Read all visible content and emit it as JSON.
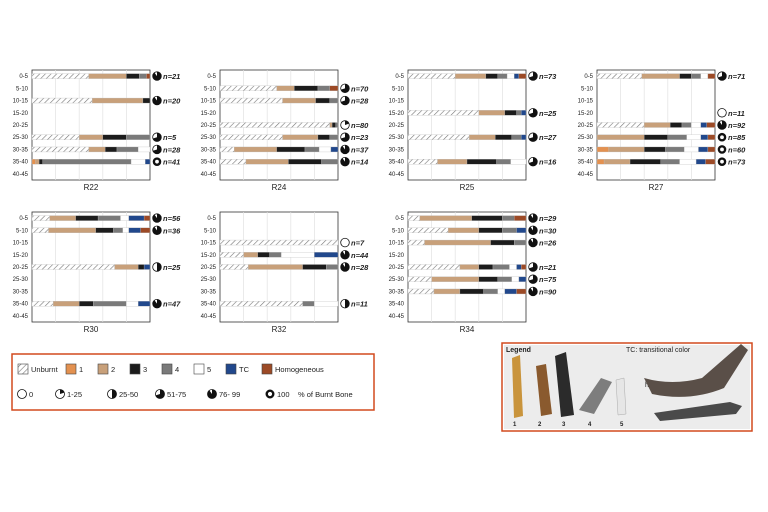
{
  "chart_data": {
    "type": "bar",
    "depth_bins": [
      "0-5",
      "5-10",
      "10-15",
      "15-20",
      "20-25",
      "25-30",
      "30-35",
      "35-40",
      "40-45"
    ],
    "categories": [
      "Unburnt",
      "1",
      "2",
      "3",
      "4",
      "5",
      "TC",
      "Homogeneous"
    ],
    "colors": {
      "Unburnt": "#ffffff",
      "1": "#e39150",
      "2": "#c8a07a",
      "3": "#1c1c1c",
      "4": "#7a7a7a",
      "5": "#ffffff",
      "TC": "#21488c",
      "Homogeneous": "#9c4a26"
    },
    "burn_classes": [
      "0",
      "1-25",
      "25-50",
      "51-75",
      "76- 99",
      "100"
    ],
    "burn_fraction": {
      "0": 0,
      "1-25": 0.2,
      "25-50": 0.5,
      "51-75": 0.7,
      "76- 99": 0.9,
      "100": 1
    },
    "legend_suffix": "% of Burnt Bone",
    "panels": [
      {
        "name": "R22",
        "rows": [
          {
            "depth": "0-5",
            "n": "n=21",
            "burnt": "76- 99",
            "segments": [
              [
                "Unburnt",
                48
              ],
              [
                "2",
                32
              ],
              [
                "3",
                11
              ],
              [
                "4",
                6
              ],
              [
                "Homogeneous",
                3
              ]
            ]
          },
          {
            "depth": "10-15",
            "n": "n=20",
            "burnt": "76- 99",
            "segments": [
              [
                "Unburnt",
                51
              ],
              [
                "2",
                43
              ],
              [
                "3",
                6
              ]
            ]
          },
          {
            "depth": "25-30",
            "n": "n=5",
            "burnt": "51-75",
            "segments": [
              [
                "Unburnt",
                40
              ],
              [
                "2",
                20
              ],
              [
                "3",
                20
              ],
              [
                "4",
                20
              ]
            ]
          },
          {
            "depth": "30-35",
            "n": "n=28",
            "burnt": "51-75",
            "segments": [
              [
                "Unburnt",
                48
              ],
              [
                "2",
                14
              ],
              [
                "3",
                10
              ],
              [
                "4",
                18
              ],
              [
                "5",
                10
              ]
            ]
          },
          {
            "depth": "35-40",
            "n": "n=41",
            "burnt": "100",
            "segments": [
              [
                "1",
                3
              ],
              [
                "2",
                3
              ],
              [
                "3",
                3
              ],
              [
                "4",
                75
              ],
              [
                "5",
                12
              ],
              [
                "TC",
                4
              ]
            ]
          }
        ]
      },
      {
        "name": "R24",
        "rows": [
          {
            "depth": "5-10",
            "n": "n=70",
            "burnt": "51-75",
            "segments": [
              [
                "Unburnt",
                48
              ],
              [
                "2",
                15
              ],
              [
                "3",
                20
              ],
              [
                "4",
                10
              ],
              [
                "Homogeneous",
                7
              ]
            ]
          },
          {
            "depth": "10-15",
            "n": "n=28",
            "burnt": "51-75",
            "segments": [
              [
                "Unburnt",
                53
              ],
              [
                "2",
                28
              ],
              [
                "3",
                12
              ],
              [
                "4",
                7
              ]
            ]
          },
          {
            "depth": "20-25",
            "n": "n=80",
            "burnt": "1-25",
            "segments": [
              [
                "Unburnt",
                93
              ],
              [
                "2",
                2
              ],
              [
                "3",
                3
              ],
              [
                "4",
                2
              ]
            ]
          },
          {
            "depth": "25-30",
            "n": "n=23",
            "burnt": "51-75",
            "segments": [
              [
                "Unburnt",
                53
              ],
              [
                "2",
                30
              ],
              [
                "3",
                10
              ],
              [
                "4",
                7
              ]
            ]
          },
          {
            "depth": "30-35",
            "n": "n=37",
            "burnt": "76- 99",
            "segments": [
              [
                "Unburnt",
                12
              ],
              [
                "2",
                36
              ],
              [
                "3",
                24
              ],
              [
                "4",
                12
              ],
              [
                "5",
                10
              ],
              [
                "TC",
                6
              ]
            ]
          },
          {
            "depth": "35-40",
            "n": "n=14",
            "burnt": "76- 99",
            "segments": [
              [
                "Unburnt",
                22
              ],
              [
                "2",
                36
              ],
              [
                "3",
                28
              ],
              [
                "4",
                14
              ]
            ]
          }
        ]
      },
      {
        "name": "R25",
        "rows": [
          {
            "depth": "0-5",
            "n": "n=73",
            "burnt": "51-75",
            "segments": [
              [
                "Unburnt",
                40
              ],
              [
                "2",
                26
              ],
              [
                "3",
                10
              ],
              [
                "4",
                8
              ],
              [
                "5",
                6
              ],
              [
                "TC",
                4
              ],
              [
                "Homogeneous",
                6
              ]
            ]
          },
          {
            "depth": "15-20",
            "n": "n=25",
            "burnt": "51-75",
            "segments": [
              [
                "Unburnt",
                60
              ],
              [
                "2",
                22
              ],
              [
                "3",
                10
              ],
              [
                "4",
                4
              ],
              [
                "TC",
                4
              ]
            ]
          },
          {
            "depth": "25-30",
            "n": "n=27",
            "burnt": "51-75",
            "segments": [
              [
                "Unburnt",
                52
              ],
              [
                "2",
                22
              ],
              [
                "3",
                14
              ],
              [
                "4",
                8
              ],
              [
                "TC",
                4
              ]
            ]
          },
          {
            "depth": "35-40",
            "n": "n=16",
            "burnt": "51-75",
            "segments": [
              [
                "Unburnt",
                25
              ],
              [
                "2",
                25
              ],
              [
                "3",
                25
              ],
              [
                "4",
                12
              ],
              [
                "5",
                13
              ]
            ]
          }
        ]
      },
      {
        "name": "R27",
        "rows": [
          {
            "depth": "0-5",
            "n": "n=71",
            "burnt": "51-75",
            "segments": [
              [
                "Unburnt",
                38
              ],
              [
                "2",
                32
              ],
              [
                "3",
                10
              ],
              [
                "4",
                8
              ],
              [
                "5",
                6
              ],
              [
                "Homogeneous",
                6
              ]
            ]
          },
          {
            "depth": "15-20",
            "n": "n=11",
            "burnt": "0",
            "segments": []
          },
          {
            "depth": "20-25",
            "n": "n=92",
            "burnt": "76- 99",
            "segments": [
              [
                "Unburnt",
                40
              ],
              [
                "2",
                22
              ],
              [
                "3",
                10
              ],
              [
                "4",
                8
              ],
              [
                "5",
                8
              ],
              [
                "TC",
                5
              ],
              [
                "Homogeneous",
                7
              ]
            ]
          },
          {
            "depth": "25-30",
            "n": "n=85",
            "burnt": "100",
            "segments": [
              [
                "2",
                40
              ],
              [
                "3",
                20
              ],
              [
                "4",
                16
              ],
              [
                "5",
                12
              ],
              [
                "TC",
                6
              ],
              [
                "Homogeneous",
                6
              ]
            ]
          },
          {
            "depth": "30-35",
            "n": "n=60",
            "burnt": "100",
            "segments": [
              [
                "1",
                10
              ],
              [
                "2",
                30
              ],
              [
                "3",
                18
              ],
              [
                "4",
                16
              ],
              [
                "5",
                12
              ],
              [
                "TC",
                8
              ],
              [
                "Homogeneous",
                6
              ]
            ]
          },
          {
            "depth": "35-40",
            "n": "n=73",
            "burnt": "100",
            "segments": [
              [
                "1",
                6
              ],
              [
                "2",
                22
              ],
              [
                "3",
                26
              ],
              [
                "4",
                16
              ],
              [
                "5",
                14
              ],
              [
                "TC",
                8
              ],
              [
                "Homogeneous",
                8
              ]
            ]
          }
        ]
      },
      {
        "name": "R30",
        "rows": [
          {
            "depth": "0-5",
            "n": "n=56",
            "burnt": "76- 99",
            "segments": [
              [
                "Unburnt",
                15
              ],
              [
                "2",
                22
              ],
              [
                "3",
                19
              ],
              [
                "4",
                19
              ],
              [
                "5",
                7
              ],
              [
                "TC",
                13
              ],
              [
                "Homogeneous",
                5
              ]
            ]
          },
          {
            "depth": "5-10",
            "n": "n=36",
            "burnt": "76- 99",
            "segments": [
              [
                "Unburnt",
                14
              ],
              [
                "2",
                40
              ],
              [
                "3",
                15
              ],
              [
                "4",
                8
              ],
              [
                "5",
                5
              ],
              [
                "TC",
                10
              ],
              [
                "Homogeneous",
                8
              ]
            ]
          },
          {
            "depth": "20-25",
            "n": "n=25",
            "burnt": "25-50",
            "segments": [
              [
                "Unburnt",
                70
              ],
              [
                "2",
                20
              ],
              [
                "3",
                5
              ],
              [
                "TC",
                5
              ]
            ]
          },
          {
            "depth": "35-40",
            "n": "n=47",
            "burnt": "76- 99",
            "segments": [
              [
                "Unburnt",
                18
              ],
              [
                "2",
                22
              ],
              [
                "3",
                12
              ],
              [
                "4",
                28
              ],
              [
                "5",
                10
              ],
              [
                "TC",
                10
              ]
            ]
          }
        ]
      },
      {
        "name": "R32",
        "rows": [
          {
            "depth": "10-15",
            "n": "n=7",
            "burnt": "0",
            "segments": [
              [
                "Unburnt",
                100
              ]
            ]
          },
          {
            "depth": "15-20",
            "n": "n=44",
            "burnt": "76- 99",
            "segments": [
              [
                "Unburnt",
                20
              ],
              [
                "2",
                12
              ],
              [
                "3",
                10
              ],
              [
                "4",
                10
              ],
              [
                "5",
                28
              ],
              [
                "TC",
                20
              ]
            ]
          },
          {
            "depth": "20-25",
            "n": "n=28",
            "burnt": "76- 99",
            "segments": [
              [
                "Unburnt",
                24
              ],
              [
                "2",
                46
              ],
              [
                "3",
                20
              ],
              [
                "4",
                10
              ]
            ]
          },
          {
            "depth": "35-40",
            "n": "n=11",
            "burnt": "25-50",
            "segments": [
              [
                "Unburnt",
                70
              ],
              [
                "4",
                10
              ],
              [
                "5",
                20
              ]
            ]
          }
        ]
      },
      {
        "name": "R34",
        "rows": [
          {
            "depth": "0-5",
            "n": "n=29",
            "burnt": "76- 99",
            "segments": [
              [
                "Unburnt",
                10
              ],
              [
                "2",
                44
              ],
              [
                "3",
                26
              ],
              [
                "4",
                10
              ],
              [
                "Homogeneous",
                10
              ]
            ]
          },
          {
            "depth": "5-10",
            "n": "n=30",
            "burnt": "76- 99",
            "segments": [
              [
                "Unburnt",
                34
              ],
              [
                "2",
                26
              ],
              [
                "3",
                20
              ],
              [
                "4",
                12
              ],
              [
                "TC",
                8
              ]
            ]
          },
          {
            "depth": "10-15",
            "n": "n=26",
            "burnt": "76- 99",
            "segments": [
              [
                "Unburnt",
                14
              ],
              [
                "2",
                56
              ],
              [
                "3",
                20
              ],
              [
                "4",
                10
              ]
            ]
          },
          {
            "depth": "20-25",
            "n": "n=21",
            "burnt": "51-75",
            "segments": [
              [
                "Unburnt",
                44
              ],
              [
                "2",
                16
              ],
              [
                "3",
                12
              ],
              [
                "4",
                14
              ],
              [
                "5",
                6
              ],
              [
                "TC",
                4
              ],
              [
                "Homogeneous",
                4
              ]
            ]
          },
          {
            "depth": "25-30",
            "n": "n=75",
            "burnt": "51-75",
            "segments": [
              [
                "Unburnt",
                20
              ],
              [
                "2",
                40
              ],
              [
                "3",
                16
              ],
              [
                "4",
                12
              ],
              [
                "5",
                6
              ],
              [
                "TC",
                6
              ]
            ]
          },
          {
            "depth": "30-35",
            "n": "n=90",
            "burnt": "76- 99",
            "segments": [
              [
                "Unburnt",
                22
              ],
              [
                "2",
                22
              ],
              [
                "3",
                20
              ],
              [
                "4",
                12
              ],
              [
                "5",
                6
              ],
              [
                "TC",
                10
              ],
              [
                "Homogeneous",
                8
              ]
            ]
          }
        ]
      }
    ]
  },
  "photo_panel": {
    "legend_label": "Legend",
    "tc_label": "TC: transitional color",
    "homogeneous_label": "homogeneous",
    "numbers": [
      "1",
      "2",
      "3",
      "4",
      "5"
    ]
  }
}
